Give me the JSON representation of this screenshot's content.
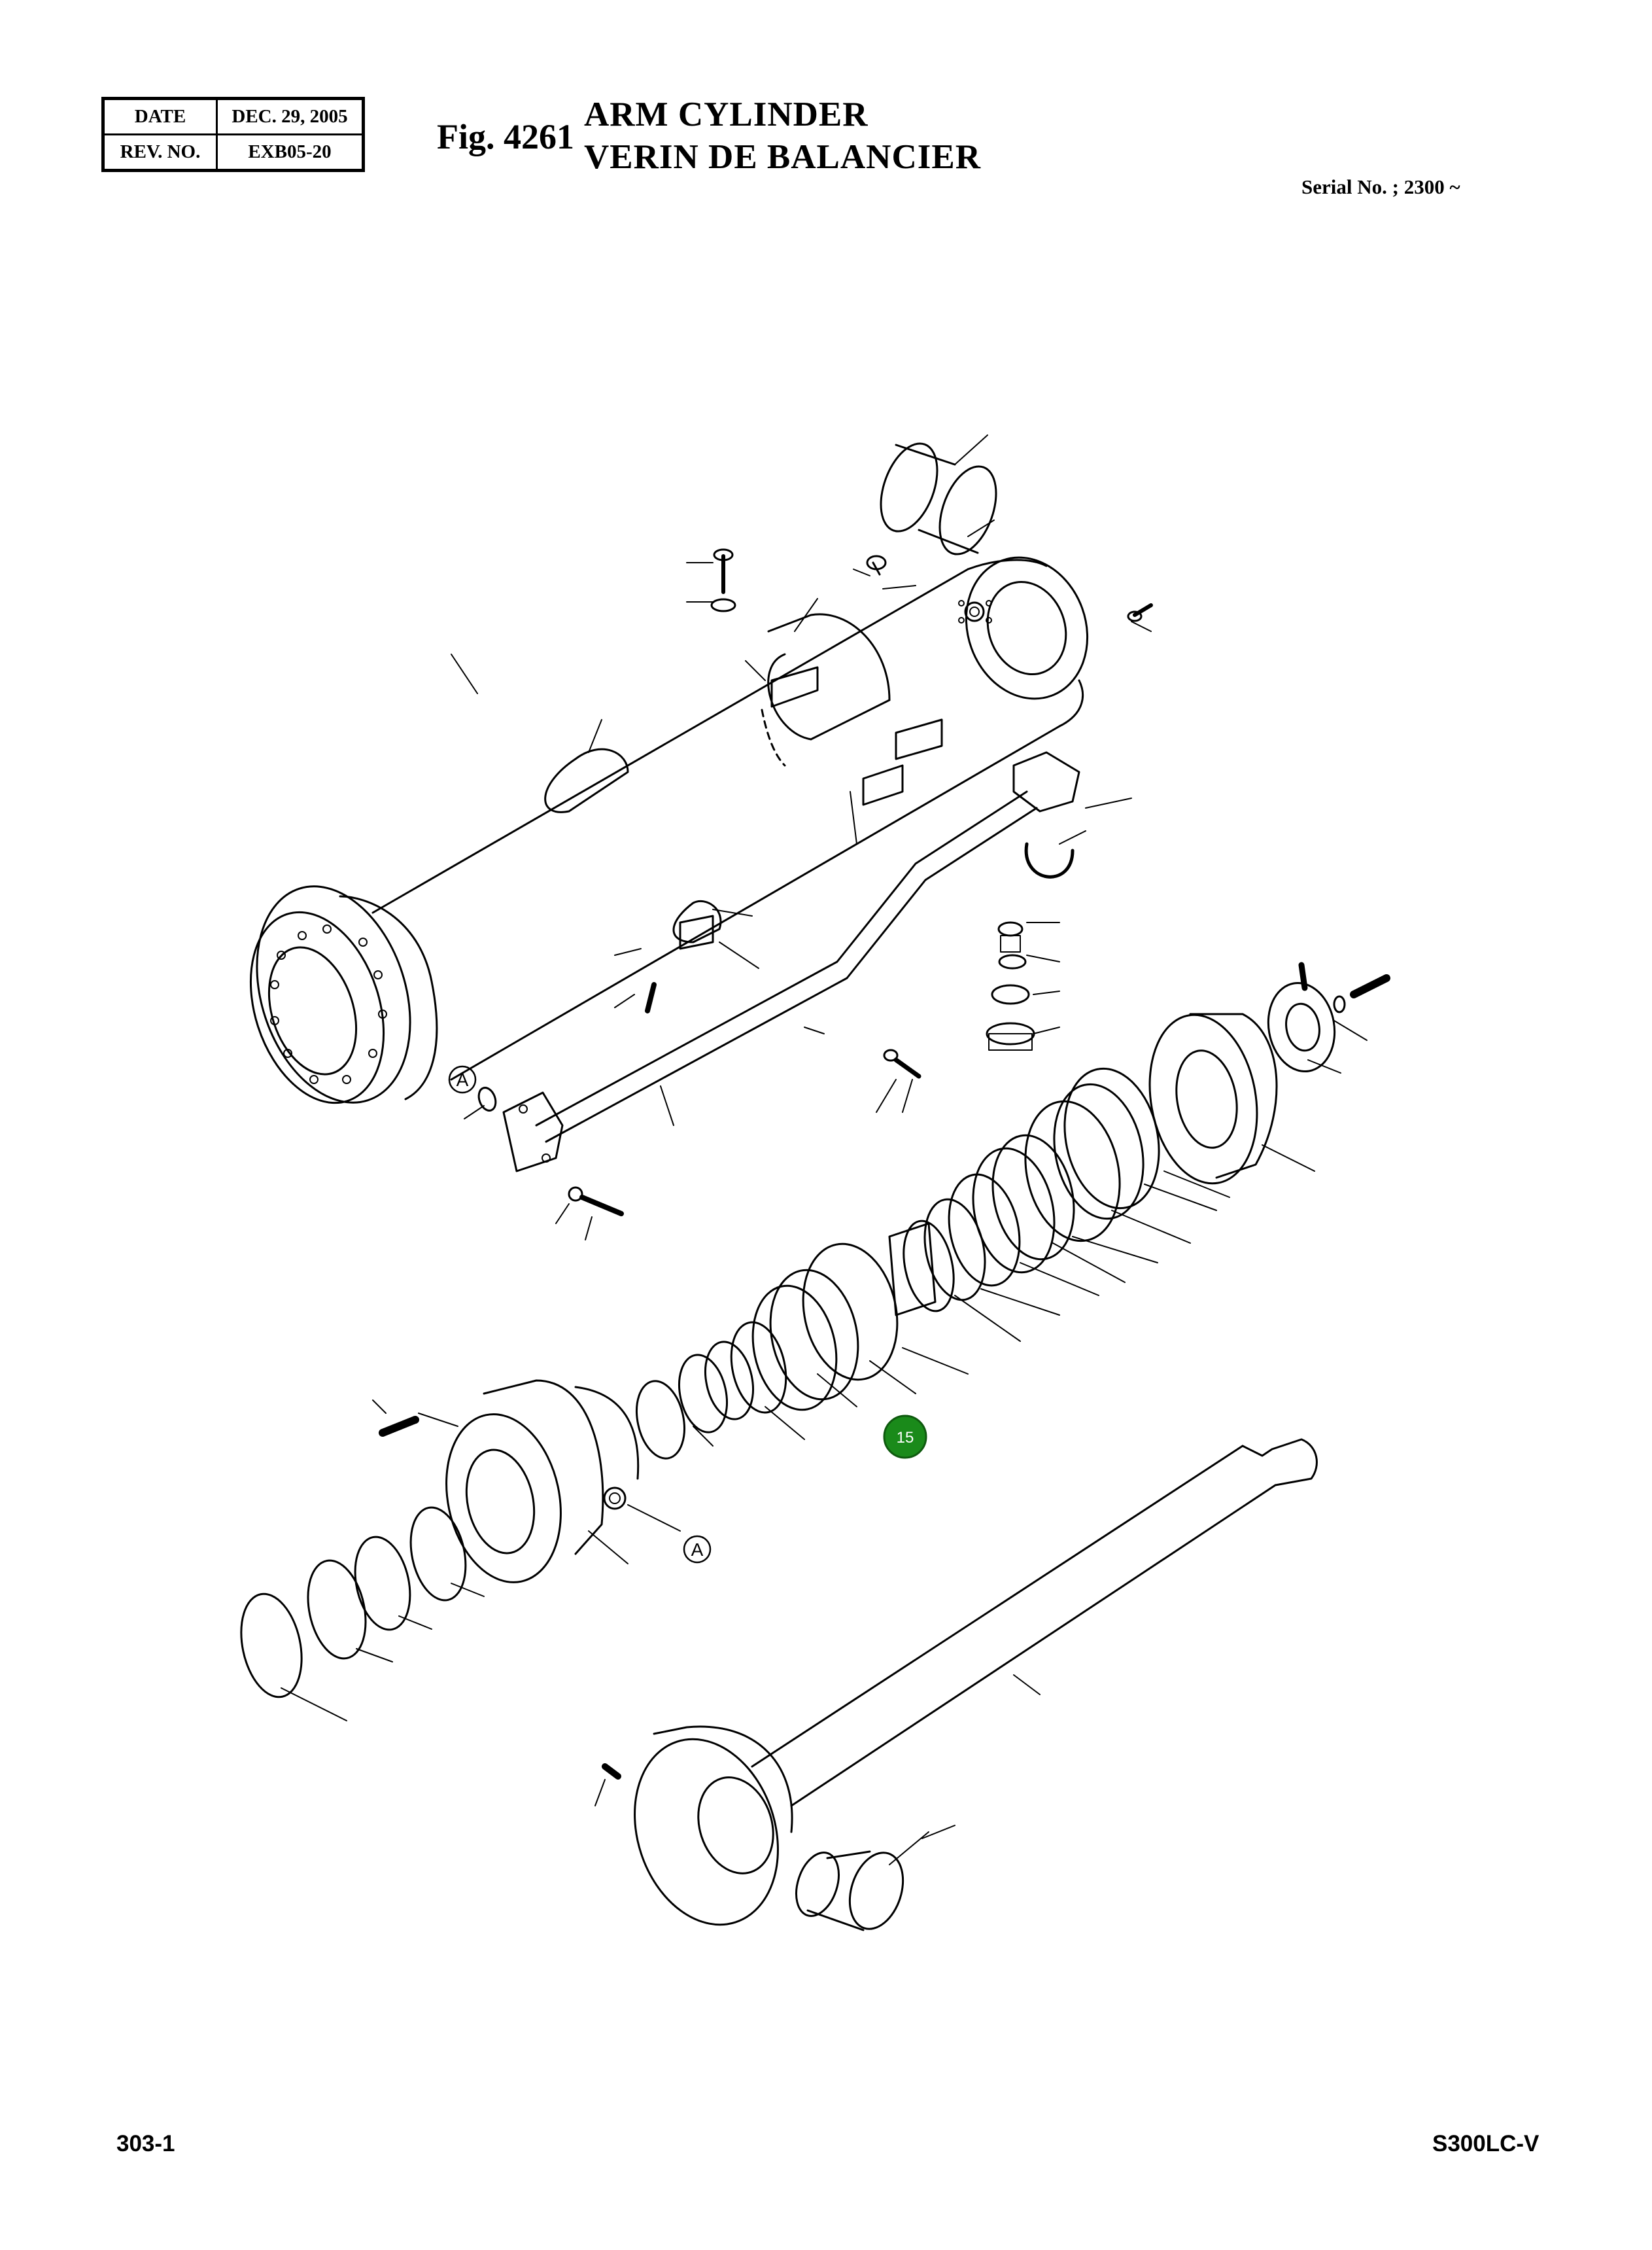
{
  "header": {
    "date_label": "DATE",
    "date_value": "DEC. 29, 2005",
    "rev_label": "REV. NO.",
    "rev_value": "EXB05-20",
    "figure_number": "Fig. 4261",
    "title_en": "ARM CYLINDER",
    "title_fr": "VERIN DE BALANCIER",
    "serial": "Serial No. ; 2300 ~"
  },
  "diagram": {
    "reference_marks": [
      "A",
      "A"
    ],
    "highlighted_callout": "15",
    "callout_color": "#1a8a1a"
  },
  "footer": {
    "page_number": "303-1",
    "model": "S300LC-V"
  }
}
